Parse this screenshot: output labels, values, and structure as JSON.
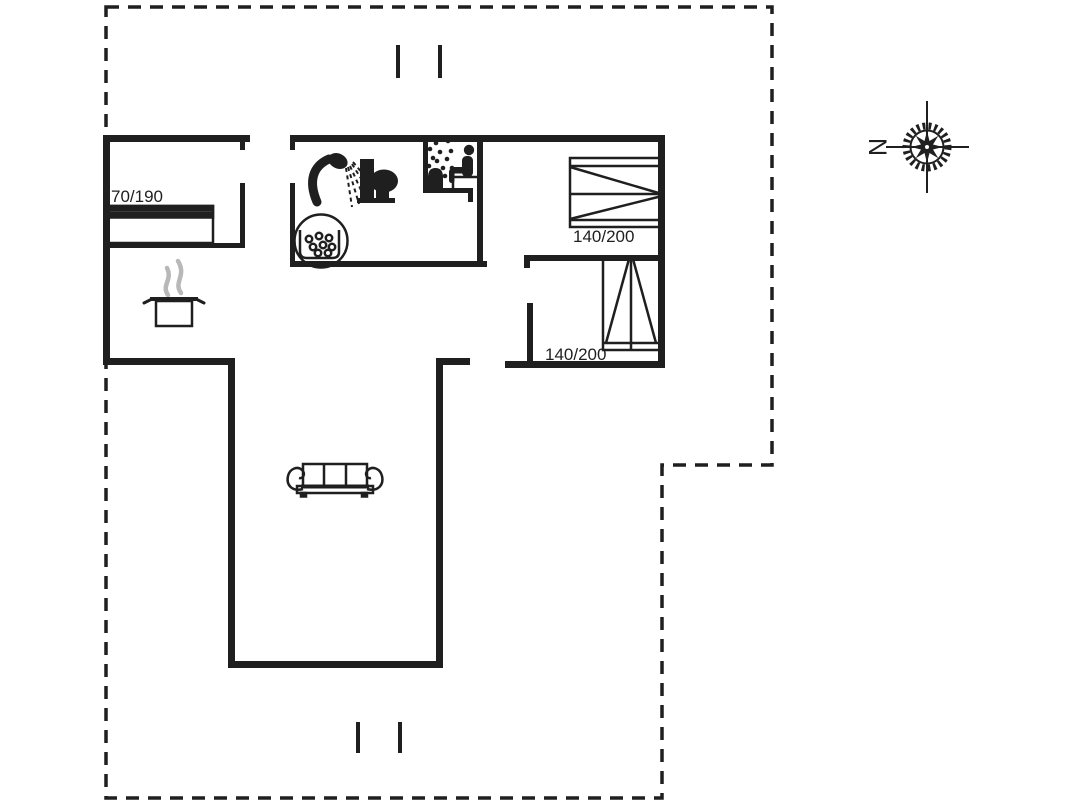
{
  "floorplan": {
    "bed_labels": {
      "single": "70/190",
      "double_top": "140/200",
      "double_side": "140/200"
    },
    "compass": {
      "north": "N"
    },
    "colors": {
      "line": "#1f1f1f",
      "background": "#ffffff",
      "steam": "#b8b8b8"
    },
    "icons": [
      "single-bed-icon",
      "double-bed-icon",
      "double-bed-icon",
      "shower-icon",
      "toilet-icon",
      "whirlpool-icon",
      "sauna-person-icon",
      "sauna-heater-icon",
      "cooking-pot-icon",
      "sofa-icon",
      "compass-rose-icon"
    ]
  }
}
